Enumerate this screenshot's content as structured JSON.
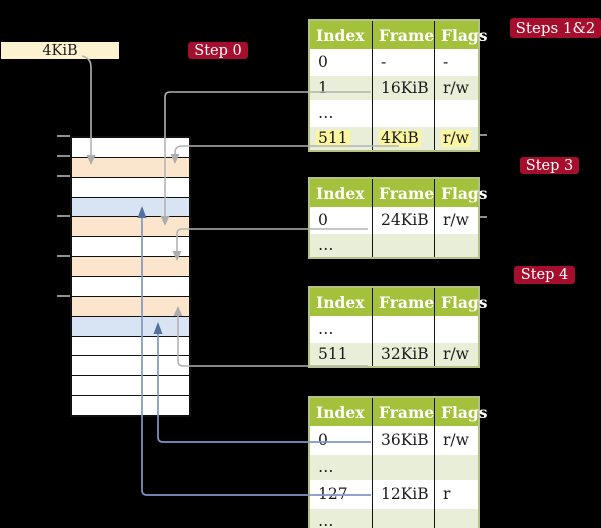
{
  "size_label": {
    "text": "4KiB"
  },
  "badges": {
    "step0": "Step 0",
    "steps12": "Steps 1&2",
    "step3": "Step 3",
    "step4": "Step 4"
  },
  "memory": {
    "rows": [
      {
        "cls": "mrow c-white"
      },
      {
        "cls": "mrow c-orange"
      },
      {
        "cls": "mrow c-white"
      },
      {
        "cls": "mrow c-blue"
      },
      {
        "cls": "mrow c-orange"
      },
      {
        "cls": "mrow c-white"
      },
      {
        "cls": "mrow c-orange"
      },
      {
        "cls": "mrow c-white"
      },
      {
        "cls": "mrow c-orange"
      },
      {
        "cls": "mrow c-blue"
      },
      {
        "cls": "mrow c-white"
      },
      {
        "cls": "mrow c-white"
      },
      {
        "cls": "mrow c-white"
      },
      {
        "cls": "mrow c-white"
      }
    ]
  },
  "tables": [
    {
      "headers": [
        "Index",
        "Frame",
        "Flags"
      ],
      "rows": [
        {
          "cls": "trow",
          "cells": [
            "0",
            "-",
            "-"
          ]
        },
        {
          "cls": "trow shade",
          "cells": [
            "1",
            "16KiB",
            "r/w"
          ]
        },
        {
          "cls": "trow",
          "cells": [
            "…",
            "",
            ""
          ]
        },
        {
          "cls": "trow shade hl",
          "cells": [
            "511",
            "4KiB",
            "r/w"
          ]
        }
      ]
    },
    {
      "headers": [
        "Index",
        "Frame",
        "Flags"
      ],
      "rows": [
        {
          "cls": "trow",
          "cells": [
            "0",
            "24KiB",
            "r/w"
          ]
        },
        {
          "cls": "trow shade",
          "cells": [
            "…",
            "",
            ""
          ]
        }
      ]
    },
    {
      "headers": [
        "Index",
        "Frame",
        "Flags"
      ],
      "rows": [
        {
          "cls": "trow",
          "cells": [
            "…",
            "",
            ""
          ]
        },
        {
          "cls": "trow shade",
          "cells": [
            "511",
            "32KiB",
            "r/w"
          ]
        }
      ]
    },
    {
      "headers": [
        "Index",
        "Frame",
        "Flags"
      ],
      "rows": [
        {
          "cls": "trow",
          "cells": [
            "0",
            "36KiB",
            "r/w"
          ]
        },
        {
          "cls": "trow shade",
          "cells": [
            "…",
            "",
            ""
          ]
        },
        {
          "cls": "trow",
          "cells": [
            "127",
            "12KiB",
            "r"
          ]
        },
        {
          "cls": "trow shade",
          "cells": [
            "…",
            "",
            ""
          ]
        }
      ]
    }
  ],
  "colors": {
    "badge_red": "#a60e2e",
    "header_green": "#a4c13b",
    "row_shade_green": "#e9eed8",
    "table_border_olive": "#b5c183",
    "memory_orange": "#fce5cd",
    "memory_blue": "#d8e3f4",
    "highlight_yellow": "#fdf6a0",
    "size_box_cream": "#fdf2d0",
    "gray_line": "#b3b3b3",
    "blue_line": "#7e97c6"
  }
}
